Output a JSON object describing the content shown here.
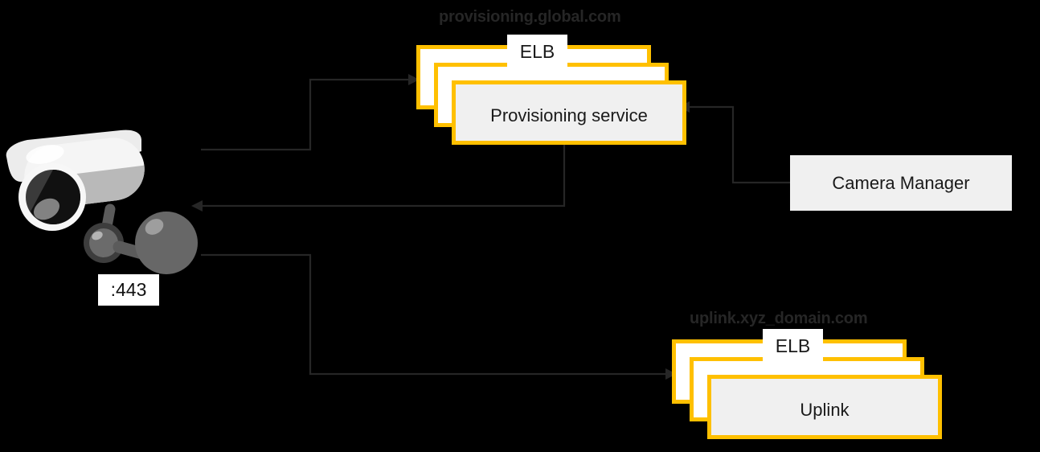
{
  "diagram": {
    "background_color": "#000000",
    "accent_color": "#FFC000",
    "line_color": "#262626",
    "box_fill": "#f0f0f0"
  },
  "groups": [
    {
      "id": "provisioning",
      "domain_label": "provisioning.global.com",
      "elb_label": "ELB",
      "service_label": "Provisioning  service"
    },
    {
      "id": "uplink",
      "domain_label": "uplink.xyz_domain.com",
      "elb_label": "ELB",
      "service_label": "Uplink"
    }
  ],
  "nodes": {
    "camera": {
      "name": "security-camera",
      "port_label": ":443"
    },
    "camera_manager": {
      "label": "Camera Manager"
    }
  },
  "connections": [
    {
      "from": "camera",
      "to": "provisioning-elb",
      "direction": "forward"
    },
    {
      "from": "provisioning-service",
      "to": "camera",
      "direction": "backward"
    },
    {
      "from": "camera-manager",
      "to": "provisioning-service",
      "direction": "forward"
    },
    {
      "from": "camera",
      "to": "uplink-elb",
      "direction": "forward"
    }
  ]
}
